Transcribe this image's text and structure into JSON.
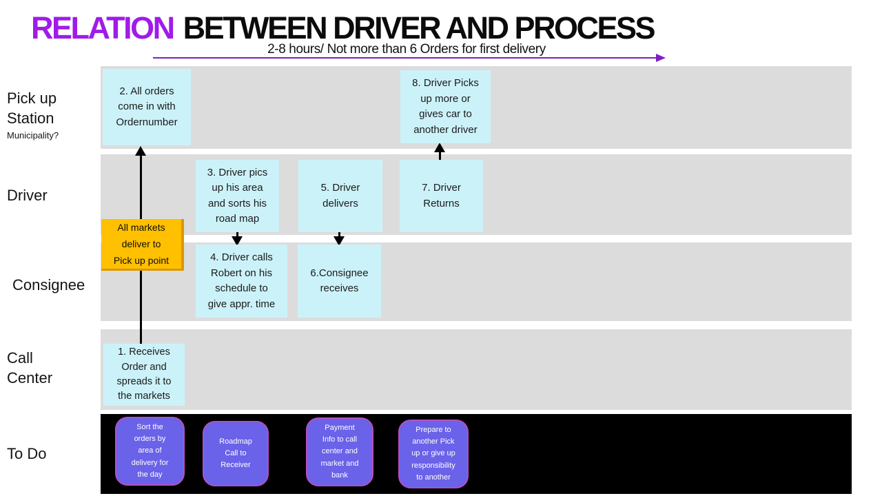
{
  "title": {
    "highlight": "RELATION",
    "rest": "BETWEEN DRIVER AND PROCESS"
  },
  "timeline": {
    "label": "2-8 hours/ Not more than 6 Orders for first delivery"
  },
  "lanes": [
    {
      "label": "Pick up Station",
      "sublabel": "Municipality?"
    },
    {
      "label": "Driver"
    },
    {
      "label": "Consignee"
    },
    {
      "label": "Call Center"
    },
    {
      "label": "To Do"
    }
  ],
  "steps": {
    "s1": "1. Receives\nOrder and\nspreads it to\nthe markets",
    "s2": "2. All orders\ncome in with\nOrdernumber",
    "s3": "3. Driver pics\nup his area\nand sorts his\nroad map",
    "s4": "4. Driver calls\nRobert on his\nschedule to\ngive appr. time",
    "s5": "5. Driver\ndelivers",
    "s6": "6.Consignee\nreceives",
    "s7": "7. Driver\nReturns",
    "s8": "8. Driver Picks\nup more or\ngives car to\nanother driver"
  },
  "note": {
    "text": "All markets\ndeliver to\nPick up point"
  },
  "todos": [
    {
      "text": "Sort the\norders by\narea of\ndelivery for\nthe day"
    },
    {
      "text": "Roadmap\nCall to\nReceiver"
    },
    {
      "text": "Payment\nInfo to call\ncenter and\nmarket and\nbank"
    },
    {
      "text": "Prepare to\nanother Pick\nup or give up\nresponsibility\nto another"
    }
  ],
  "colors": {
    "accent-purple": "#A01BE8",
    "timeline-purple": "#7C1FC4",
    "lane-gray": "#DCDCDC",
    "step-cyan": "#CCF2F9",
    "note-orange": "#FFC000",
    "todo-purple": "#6A62E8",
    "todo-lane-black": "#000000",
    "arrow-black": "#000000"
  }
}
